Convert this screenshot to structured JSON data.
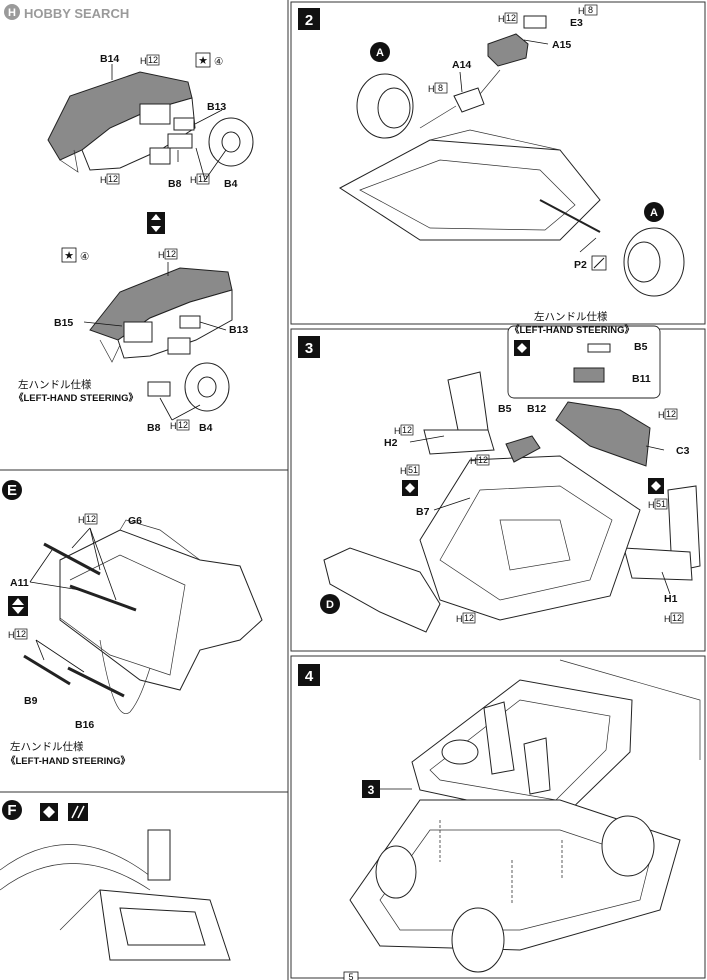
{
  "watermark": {
    "text": "HOBBY SEARCH"
  },
  "steps": {
    "s1": {
      "labels": {
        "B14": "B14",
        "B13": "B13",
        "B8": "B8",
        "B4": "B4",
        "B15": "B15",
        "B13b": "B13",
        "B8b": "B8",
        "B4b": "B4"
      },
      "h12": "H",
      "h12n": "12",
      "circled4": "④",
      "lhd_jp": "左ハンドル仕様",
      "lhd_en": "《LEFT-HAND STEERING》"
    },
    "s2": {
      "number": "2",
      "labels": {
        "A": "A",
        "A2": "A",
        "A14": "A14",
        "A15": "A15",
        "E3": "E3",
        "P2": "P2"
      },
      "h8": "8",
      "h12": "12"
    },
    "s3": {
      "number": "3",
      "labels": {
        "B5": "B5",
        "B11": "B11",
        "B5b": "B5",
        "B12": "B12",
        "H2": "H2",
        "C3": "C3",
        "B7": "B7",
        "H1": "H1",
        "D": "D"
      },
      "h12": "12",
      "h51": "51",
      "lhd_jp": "左ハンドル仕様",
      "lhd_en": "《LEFT-HAND STEERING》"
    },
    "s4": {
      "number": "4",
      "ref": "3"
    },
    "sE": {
      "letter": "E",
      "labels": {
        "G6": "G6",
        "A11": "A11",
        "B9": "B9",
        "B16": "B16"
      },
      "h12": "12",
      "lhd_jp": "左ハンドル仕様",
      "lhd_en": "《LEFT-HAND STEERING》"
    },
    "sF": {
      "letter": "F"
    }
  },
  "page_number": "5"
}
